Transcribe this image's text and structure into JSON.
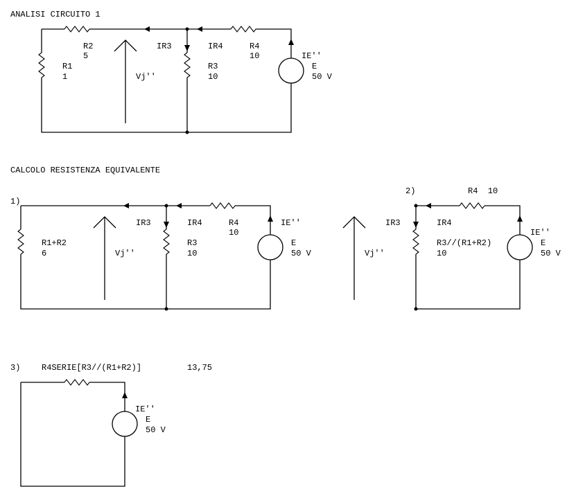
{
  "section1": {
    "title": "ANALISI CIRCUITO 1",
    "r1": {
      "name": "R1",
      "value": "1"
    },
    "r2": {
      "name": "R2",
      "value": "5"
    },
    "r3": {
      "name": "R3",
      "value": "10"
    },
    "r4": {
      "name": "R4",
      "value": "10"
    },
    "ir3": "IR3",
    "ir4": "IR4",
    "vj": "Vj''",
    "ie": "IE''",
    "source": {
      "name": "E",
      "value": "50 V"
    }
  },
  "section2": {
    "title": "CALCOLO RESISTENZA EQUIVALENTE",
    "step1": {
      "label": "1)",
      "r12": {
        "name": "R1+R2",
        "value": "6"
      },
      "r3": {
        "name": "R3",
        "value": "10"
      },
      "r4": {
        "name": "R4",
        "value": "10"
      },
      "ir3": "IR3",
      "ir4": "IR4",
      "vj": "Vj''",
      "ie": "IE''",
      "source": {
        "name": "E",
        "value": "50 V"
      }
    },
    "step2": {
      "label": "2)",
      "r4": "R4  10",
      "rpar": {
        "name": "R3//(R1+R2)",
        "value": "10"
      },
      "ir3": "IR3",
      "ir4": "IR4",
      "vj": "Vj''",
      "ie": "IE''",
      "source": {
        "name": "E",
        "value": "50 V"
      }
    },
    "step3": {
      "label": "3)",
      "expr": "R4SERIE[R3//(R1+R2)]",
      "result": "13,75",
      "ie": "IE''",
      "source": {
        "name": "E",
        "value": "50 V"
      }
    }
  }
}
